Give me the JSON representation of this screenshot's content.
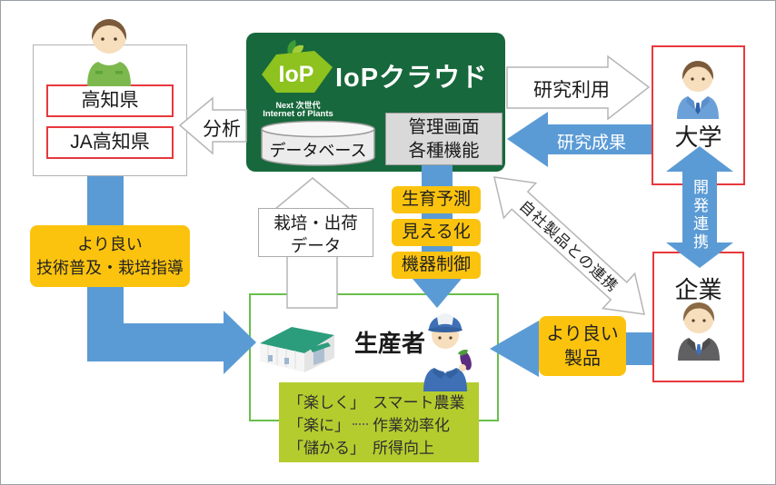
{
  "colors": {
    "cloud_green": "#17683c",
    "logo_green": "#8dc21f",
    "arrow_blue": "#5b9bd5",
    "accent_yellow": "#fbc30e",
    "red_border": "#e8383d",
    "producer_green": "#6abf4b",
    "benefit_lime": "#b5cc2e",
    "panel_gray": "#d9d9d9"
  },
  "diagram": {
    "cloud": {
      "title": "IoPクラウド",
      "logo": "IoP",
      "logo_sub1": "Next 次世代",
      "logo_sub2": "Internet of Plants",
      "database": "データベース",
      "panel_line1": "管理画面",
      "panel_line2": "各種機能"
    },
    "prefecture": {
      "items": [
        "高知県",
        "JA高知県"
      ]
    },
    "university": "大学",
    "company": "企業",
    "producer": "生産者",
    "labels": {
      "analysis": "分析",
      "research_use": "研究利用",
      "research_result": "研究成果",
      "dev_collab": "開発連携",
      "own_product_collab": "自社製品との連携",
      "cultivation_line1": "栽培・出荷",
      "cultivation_line2": "データ",
      "guidance_line1": "より良い",
      "guidance_line2": "技術普及・栽培指導",
      "product_line1": "より良い",
      "product_line2": "製品",
      "functions": [
        "生育予測",
        "見える化",
        "機器制御"
      ]
    },
    "benefits": [
      {
        "quote": "「楽しく」",
        "result": "スマート農業"
      },
      {
        "quote": "「楽に」",
        "result": "作業効率化"
      },
      {
        "quote": "「儲かる」",
        "result": "所得向上"
      }
    ]
  }
}
